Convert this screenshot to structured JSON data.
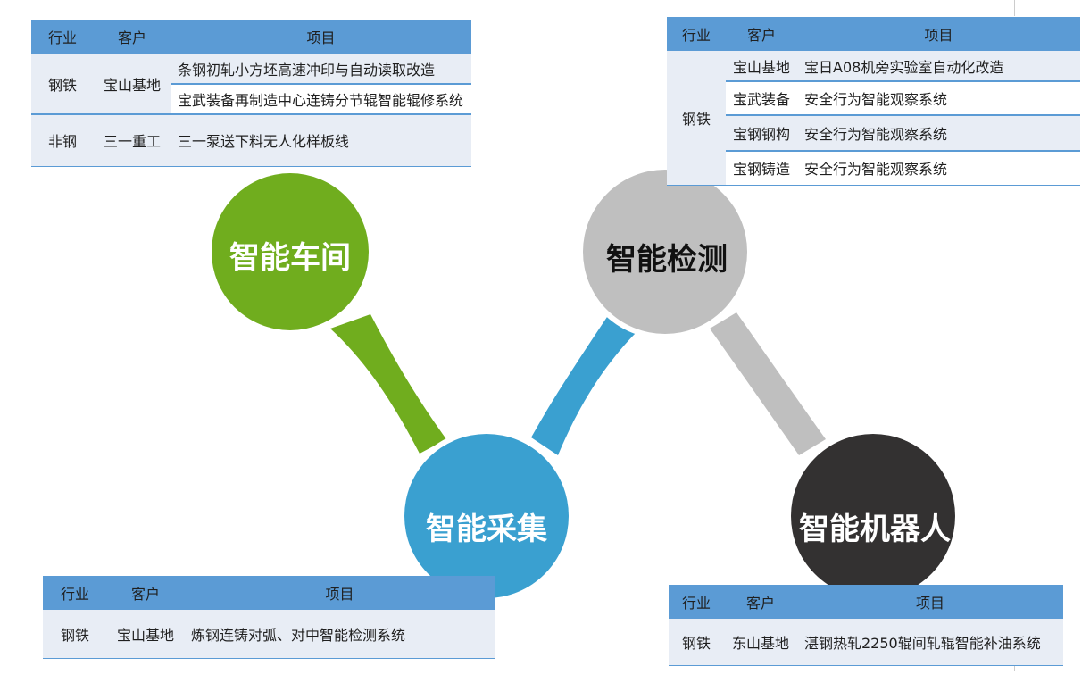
{
  "nodes": [
    {
      "key": "workshop",
      "label": "智能车间",
      "color": "#70ad1e",
      "text_color": "#ffffff"
    },
    {
      "key": "detection",
      "label": "智能检测",
      "color": "#bfbfbf",
      "text_color": "#111111"
    },
    {
      "key": "collection",
      "label": "智能采集",
      "color": "#3aa0d0",
      "text_color": "#ffffff"
    },
    {
      "key": "robot",
      "label": "智能机器人",
      "color": "#333131",
      "text_color": "#ffffff"
    }
  ],
  "headers": {
    "industry": "行业",
    "customer": "客户",
    "project": "项目"
  },
  "tables": {
    "workshop": {
      "rows": [
        {
          "industry": "钢铁",
          "customer": "宝山基地",
          "project": "条钢初轧小方坯高速冲印与自动读取改造"
        },
        {
          "project": "宝武装备再制造中心连铸分节辊智能辊修系统"
        },
        {
          "industry": "非钢",
          "customer": "三一重工",
          "project": "三一泵送下料无人化样板线"
        }
      ]
    },
    "detection": {
      "industry": "钢铁",
      "rows": [
        {
          "customer": "宝山基地",
          "project": "宝日A08机旁实验室自动化改造"
        },
        {
          "customer": "宝武装备",
          "project": "安全行为智能观察系统"
        },
        {
          "customer": "宝钢钢构",
          "project": "安全行为智能观察系统"
        },
        {
          "customer": "宝钢铸造",
          "project": "安全行为智能观察系统"
        }
      ]
    },
    "collection": {
      "rows": [
        {
          "industry": "钢铁",
          "customer": "宝山基地",
          "project": "炼钢连铸对弧、对中智能检测系统"
        }
      ]
    },
    "robot": {
      "rows": [
        {
          "industry": "钢铁",
          "customer": "东山基地",
          "project": "湛钢热轧2250辊间轧辊智能补油系统"
        }
      ]
    }
  }
}
